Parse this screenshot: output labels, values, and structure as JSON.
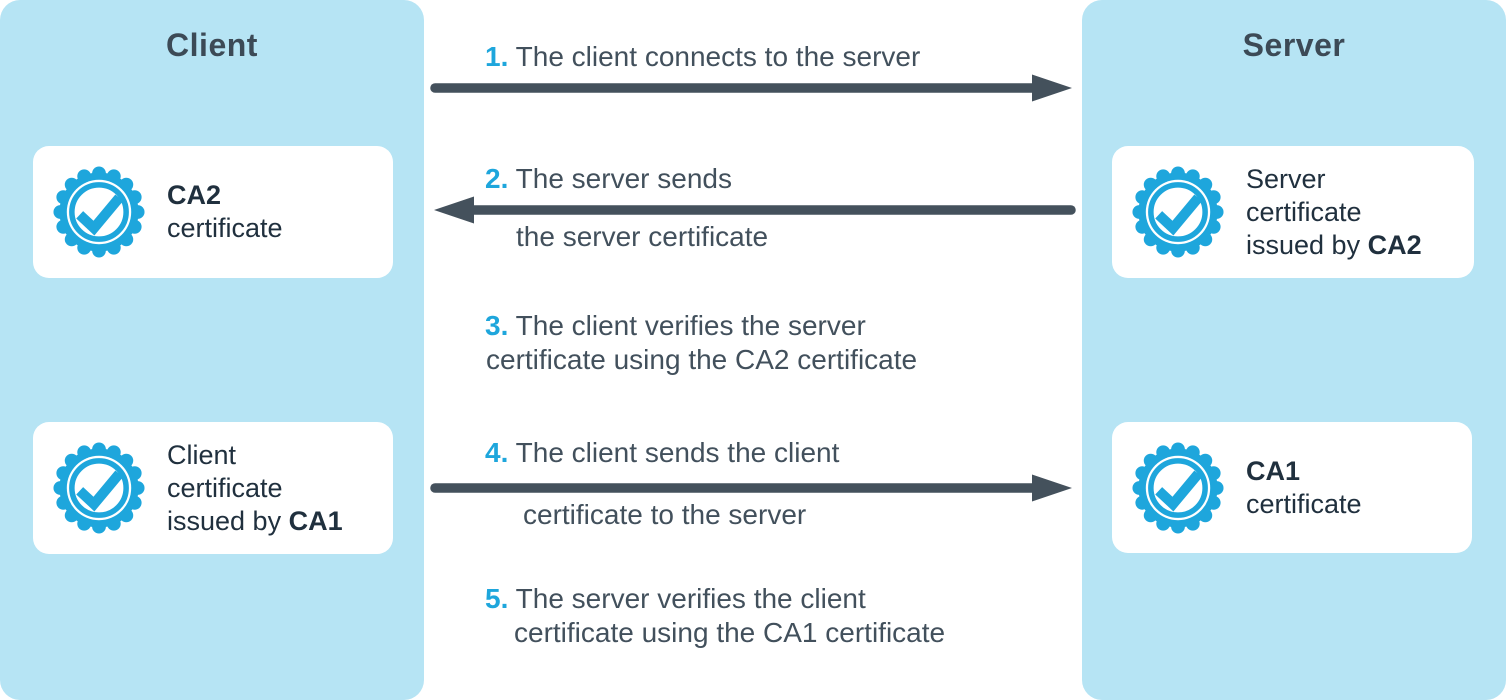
{
  "colors": {
    "panel_blue": "#B6E4F4",
    "accent_cyan": "#1EA6DC",
    "card_text": "#20303E",
    "step_text": "#42505C",
    "arrow_dark": "#44515C"
  },
  "icons": {
    "certificate_badge": "rosette-seal-with-checkmark"
  },
  "panels": {
    "client": {
      "title": "Client"
    },
    "server": {
      "title": "Server"
    }
  },
  "cards": {
    "client_ca2": {
      "name": "CA2",
      "label": "certificate"
    },
    "server_cert": {
      "line1": "Server",
      "line2": "certificate",
      "line3": "issued by",
      "line3_bold": "CA2"
    },
    "client_cert": {
      "line1": "Client",
      "line2": "certificate",
      "line3": "issued by",
      "line3_bold": "CA1"
    },
    "server_ca1": {
      "name": "CA1",
      "label": "certificate"
    }
  },
  "steps": [
    {
      "num": "1.",
      "line1": "The client connects to the server"
    },
    {
      "num": "2.",
      "line1": "The server sends",
      "line2": "the server certificate"
    },
    {
      "num": "3.",
      "line1": "The client verifies the server",
      "line2": "certificate using the CA2 certificate"
    },
    {
      "num": "4.",
      "line1": "The client sends the client",
      "line2": "certificate to the server"
    },
    {
      "num": "5.",
      "line1": "The server verifies the client",
      "line2": "certificate using the CA1 certificate"
    }
  ]
}
